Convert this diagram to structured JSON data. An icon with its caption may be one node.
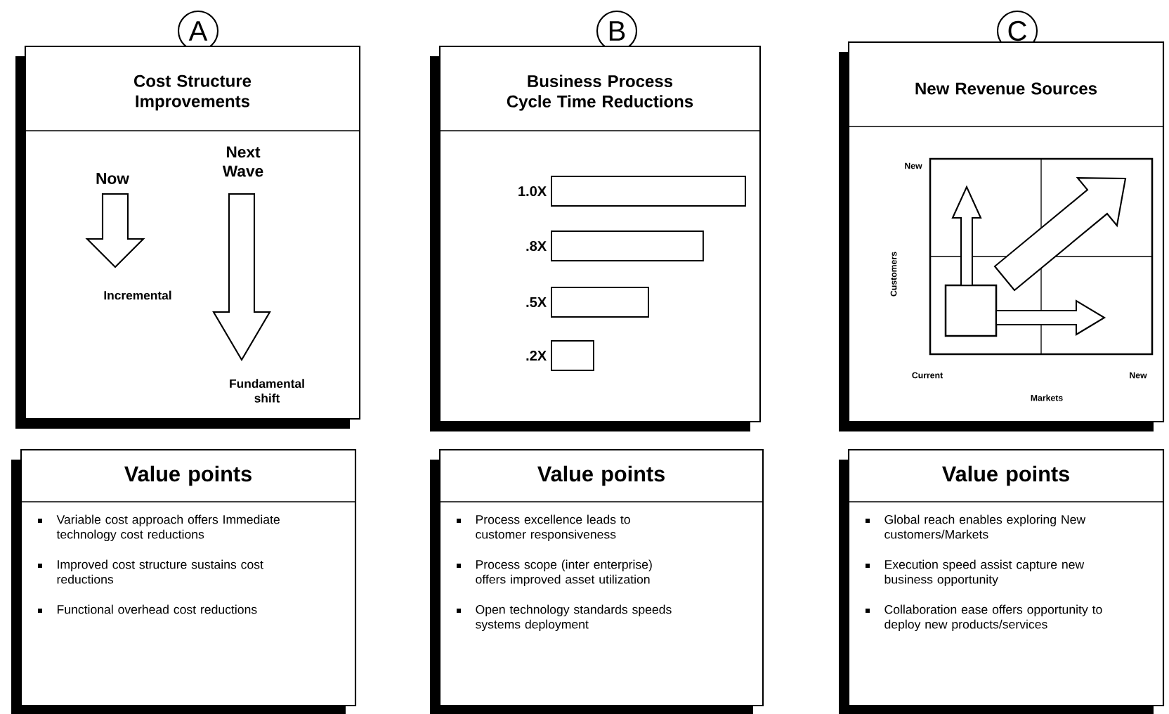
{
  "diagram": {
    "nodes": [
      {
        "text": [
          "A"
        ]
      },
      {
        "text": [
          "Cost Structure Improvements",
          "Now",
          "Incremental",
          "Next Wave",
          "Fundamental shift"
        ]
      },
      {
        "text": [
          "B"
        ]
      },
      {
        "text": [
          "Business Process Cycle Time Reductions"
        ]
      },
      {
        "text": [],
        "shape": "bar",
        "beside": [
          "1.0X"
        ],
        "in": 3
      },
      {
        "text": [],
        "shape": "bar",
        "beside": [
          ".8X"
        ],
        "in": 3
      },
      {
        "text": [],
        "shape": "bar",
        "beside": [
          ".5X"
        ],
        "in": 3
      },
      {
        "text": [],
        "shape": "bar",
        "beside": [
          ".2X"
        ],
        "in": 3
      },
      {
        "text": [
          "C"
        ]
      },
      {
        "text": [
          "New Revenue Sources"
        ]
      },
      {
        "text": [],
        "shape": "box",
        "in": 9
      },
      {
        "text": [],
        "shape": "box",
        "in": 10
      },
      {
        "text": [
          "Value points",
          "Variable cost approach offers Immediate technology cost reductions",
          "Improved cost structure sustains cost reductions",
          "Functional overhead cost reductions"
        ]
      },
      {
        "text": [
          "Value points",
          "Process excellence leads to customer responsiveness",
          "Process scope (inter enterprise) offers improved asset utilization",
          "Open technology standards speeds systems deployment"
        ]
      },
      {
        "text": [
          "Value points",
          "Global reach enables exploring New customers/Markets",
          "Execution speed assist capture new business opportunity",
          "Collaboration ease offers opportunity to deploy new products/services"
        ]
      }
    ],
    "edges": [
      {
        "from": 11,
        "to": null,
        "arrow": "to"
      },
      {
        "from": 11,
        "to": null,
        "arrow": "to"
      },
      {
        "from": 11,
        "to": null,
        "arrow": "to"
      }
    ],
    "labels": [
      "New",
      "Customers",
      "Current",
      "New",
      "Markets"
    ]
  }
}
